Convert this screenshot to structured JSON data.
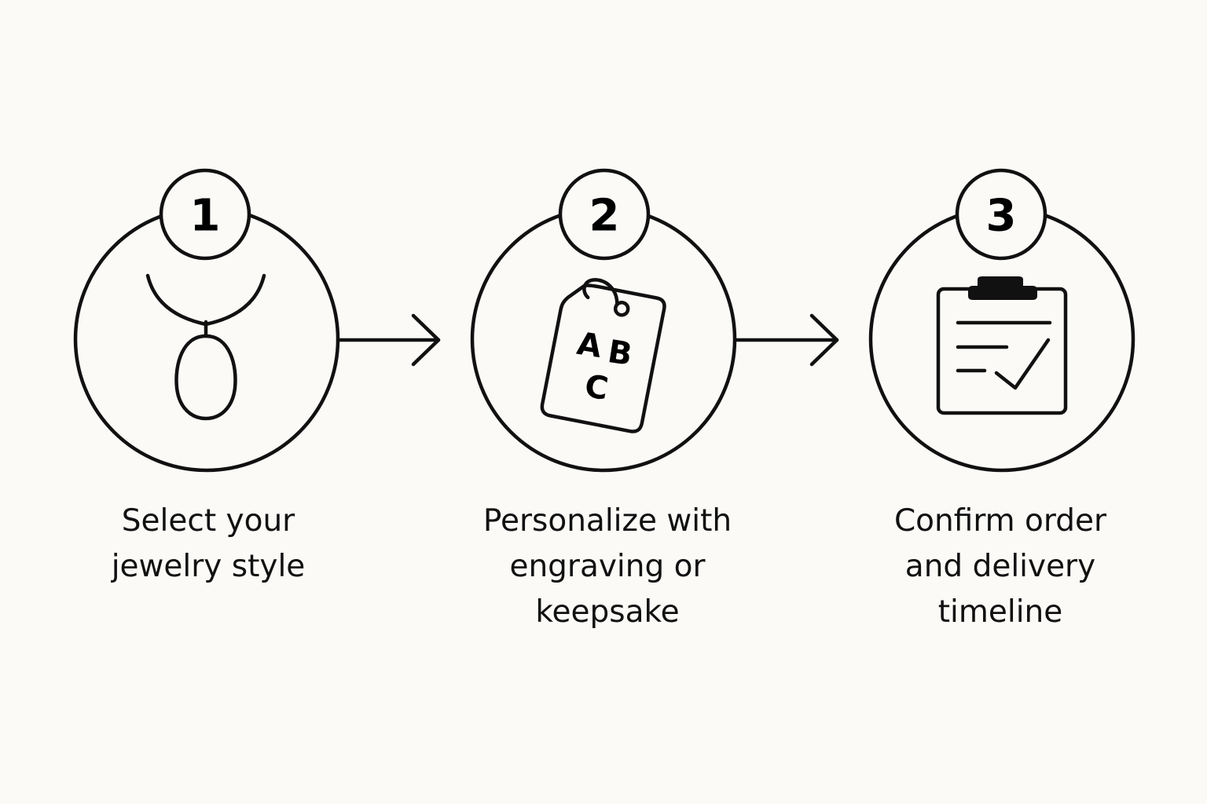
{
  "colors": {
    "background": "#fbfaf7",
    "stroke": "#111111"
  },
  "steps": [
    {
      "number": "1",
      "icon": "necklace-pendant-icon",
      "caption_lines": [
        "Select your",
        "jewelry style"
      ]
    },
    {
      "number": "2",
      "icon": "engraved-tag-icon",
      "tag_letters": [
        "A",
        "B",
        "C"
      ],
      "caption_lines": [
        "Personalize with",
        "engraving or",
        "keepsake"
      ]
    },
    {
      "number": "3",
      "icon": "clipboard-check-icon",
      "caption_lines": [
        "Confirm order",
        "and delivery",
        "timeline"
      ]
    }
  ],
  "connectors": [
    "arrow-right-icon",
    "arrow-right-icon"
  ]
}
